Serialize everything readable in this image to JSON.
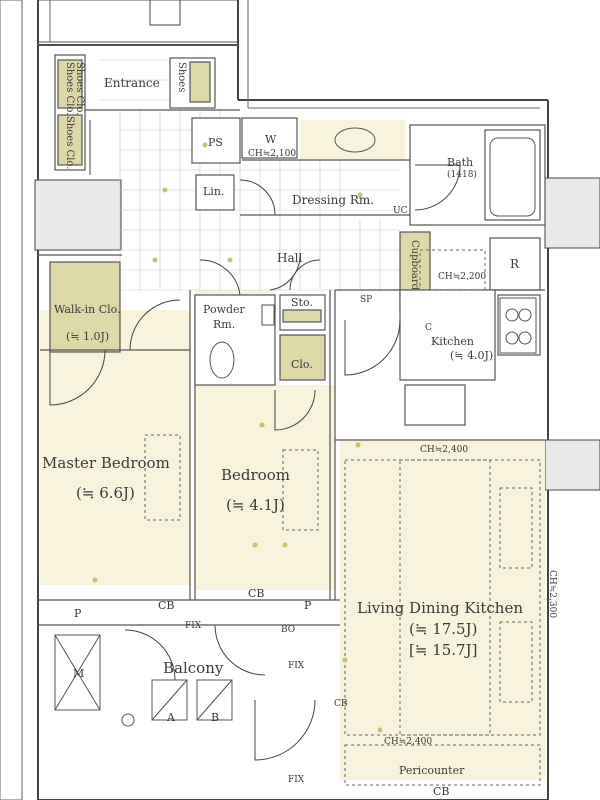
{
  "plan": {
    "rooms": {
      "entrance": "Entrance",
      "shoes_clo_1": "Shoes Clo.",
      "shoes_clo_2": "Shoes Clo.",
      "shoes_clo_3": "Shoes Clo.",
      "shoes_clo_4": "Shoes",
      "ps": "PS",
      "w": "W",
      "lin": "Lin.",
      "bath": "Bath",
      "bath_size": "(1418)",
      "dressing": "Dressing Rm.",
      "hall": "Hall",
      "cupboard": "Cupboard",
      "r": "R",
      "walkin": "Walk-in Clo.",
      "walkin_size": "(≒ 1.0J)",
      "powder": "Powder",
      "powder_rm": "Rm.",
      "sto": "Sto.",
      "clo": "Clo.",
      "kitchen": "Kitchen",
      "kitchen_size": "(≒ 4.0J)",
      "master": "Master Bedroom",
      "master_size": "(≒ 6.6J)",
      "bedroom": "Bedroom",
      "bedroom_size": "(≒ 4.1J)",
      "ldk": "Living Dining Kitchen",
      "ldk_size_1": "(≒ 17.5J)",
      "ldk_size_2": "[≒ 15.7J]",
      "balcony": "Balcony",
      "pericounter": "Pericounter"
    },
    "notes": {
      "ch_2100": "CH≒2,100",
      "ch_2200": "CH≒2,200",
      "ch_2400_top": "CH≒2,400",
      "ch_2300": "CH≒2,300",
      "ch_2400_bottom": "CH≒2,400",
      "cb_1": "CB",
      "cb_2": "CB",
      "cb_3": "CB",
      "cb_bottom": "CB",
      "p_1": "P",
      "p_2": "P",
      "fix_1": "FIX",
      "fix_2": "FIX",
      "fix_3": "FIX",
      "bo": "BO",
      "m": "M",
      "a": "A",
      "b": "B",
      "c": "C",
      "sp": "SP",
      "uc": "UC"
    }
  }
}
